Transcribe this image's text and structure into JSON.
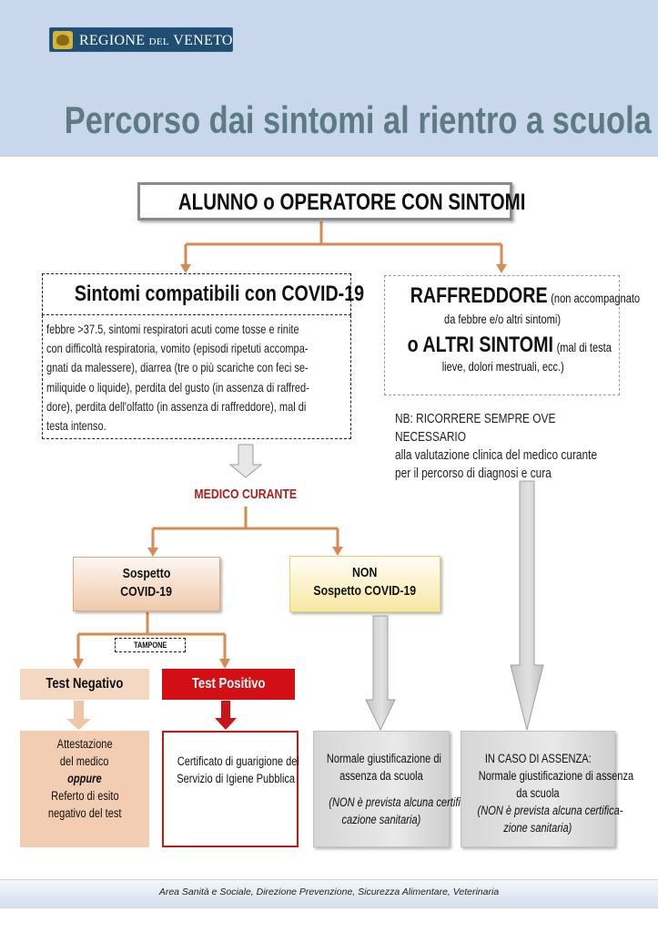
{
  "header": {
    "logo_main": "REGIONE",
    "logo_connector": "DEL",
    "logo_region": "VENETO",
    "title": "Percorso dai sintomi al rientro a scuola",
    "band_color": "#c8d7ec",
    "title_color": "#5c7b85"
  },
  "flow": {
    "root": "ALUNNO o OPERATORE CON SINTOMI",
    "covid_compatible": {
      "title": "Sintomi compatibili con COVID-19",
      "description_lines": [
        "febbre >37.5, sintomi respiratori acuti come tosse e rinite",
        "con difficoltà respiratoria, vomito (episodi ripetuti accompa-",
        "gnati da malessere), diarrea (tre o più scariche con feci se-",
        "miliquide o liquide), perdita del gusto (in assenza di raffred-",
        "dore), perdita dell'olfatto (in assenza di raffreddore), mal di",
        "testa intenso."
      ]
    },
    "other_symptoms": {
      "cold_label": "RAFFREDDORE",
      "cold_note_1": "(non accompagnato",
      "cold_note_2": "da febbre e/o altri sintomi)",
      "other_label": "o ALTRI SINTOMI",
      "other_note_1": "(mal di testa",
      "other_note_2": "lieve, dolori mestruali, ecc.)"
    },
    "nb_note_lines": [
      "NB: RICORRERE SEMPRE OVE NECESSARIO",
      "alla valutazione clinica del medico curante",
      "per il percorso di diagnosi e cura"
    ],
    "doctor": "MEDICO CURANTE",
    "suspect": {
      "line1": "Sospetto",
      "line2": "COVID-19"
    },
    "non_suspect": {
      "line1": "NON",
      "line2": "Sospetto COVID-19"
    },
    "swab": "TAMPONE",
    "negative_test": "Test Negativo",
    "positive_test": "Test Positivo",
    "negative_outcome": {
      "line1": "Attestazione",
      "line2": "del medico",
      "line3": "oppure",
      "line4": "Referto di esito",
      "line5": "negativo del test"
    },
    "positive_outcome": {
      "line1": "Certificato di guarigione del",
      "line2": "Servizio di Igiene Pubblica"
    },
    "non_suspect_outcome": {
      "line1": "Normale giustificazione di",
      "line2": "assenza da scuola",
      "note1": "(NON è prevista alcuna certifi-",
      "note2": "cazione sanitaria)"
    },
    "absence_outcome": {
      "line1": "IN CASO DI ASSENZA:",
      "line2": "Normale giustificazione di assenza",
      "line3": "da scuola",
      "note1": "(NON è prevista alcuna certifica-",
      "note2": "zione sanitaria)"
    },
    "colors": {
      "connector": "#d78a52",
      "doctor_text": "#b01c1c",
      "positive": "#d20f14",
      "negative": "#f2cdb2",
      "suspect": "#f0c9aa",
      "non_suspect": "#f8e7a3",
      "gray_arrow": "#d3d3d3"
    }
  },
  "footer": {
    "text": "Area Sanità e Sociale, Direzione Prevenzione, Sicurezza Alimentare, Veterinaria"
  }
}
